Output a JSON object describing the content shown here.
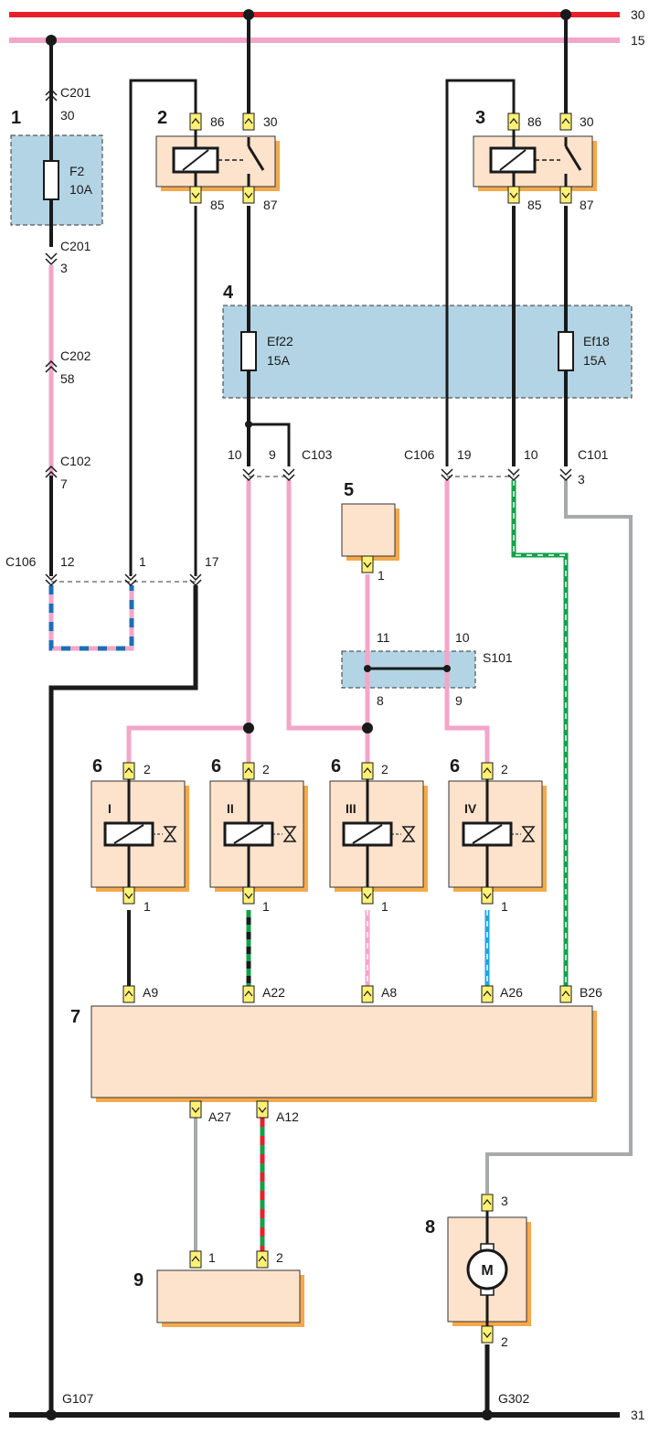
{
  "rails": {
    "top_label": "30",
    "ign_label": "15",
    "gnd_label": "31"
  },
  "components": {
    "c1": "1",
    "c2": "2",
    "c3": "3",
    "c4": "4",
    "c5": "5",
    "c6a": "6",
    "c6b": "6",
    "c6c": "6",
    "c6d": "6",
    "c7": "7",
    "c8": "8",
    "c9": "9"
  },
  "fuses": {
    "f2_name": "F2",
    "f2_rating": "10A",
    "ef22_name": "Ef22",
    "ef22_rating": "15A",
    "ef18_name": "Ef18",
    "ef18_rating": "15A"
  },
  "relay2": {
    "p86": "86",
    "p30": "30",
    "p85": "85",
    "p87": "87"
  },
  "relay3": {
    "p86": "86",
    "p30": "30",
    "p85": "85",
    "p87": "87"
  },
  "connectors": {
    "c201_top": "C201",
    "c201_top_pin": "30",
    "c201_bot": "C201",
    "c201_bot_pin": "3",
    "c202": "C202",
    "c202_pin": "58",
    "c102": "C102",
    "c102_pin": "7",
    "c106_left": "C106",
    "c106_p12": "12",
    "c106_p1": "1",
    "c106_p17": "17",
    "c103": "C103",
    "c103_p10": "10",
    "c103_p9": "9",
    "c106_right": "C106",
    "c106_p19": "19",
    "c106_p10": "10",
    "c101": "C101",
    "c101_p3": "3"
  },
  "splice": {
    "name": "S101",
    "p11": "11",
    "p10": "10",
    "p8": "8",
    "p9": "9"
  },
  "sensor5_pin": "1",
  "injectors": {
    "i1": "I",
    "i2": "II",
    "i3": "III",
    "i4": "IV",
    "i1_p2": "2",
    "i1_p1": "1",
    "i2_p2": "2",
    "i2_p1": "1",
    "i3_p2": "2",
    "i3_p1": "1",
    "i4_p2": "2",
    "i4_p1": "1"
  },
  "ecu_pins": {
    "a9": "A9",
    "a22": "A22",
    "a8": "A8",
    "a26": "A26",
    "b26": "B26",
    "a27": "A27",
    "a12": "A12"
  },
  "dev9": {
    "p1": "1",
    "p2": "2"
  },
  "motor": {
    "label": "M",
    "p3": "3",
    "p2": "2"
  },
  "grounds": {
    "g107": "G107",
    "g302": "G302"
  },
  "colors": {
    "rail30": "#e8202a",
    "rail15": "#f2a6c8",
    "wire_black": "#1a1a1a",
    "wire_pink": "#f2a6c8",
    "wire_gray": "#a7a9ac",
    "wire_green": "#12a14a",
    "wire_blue": "#1a6fb5",
    "wire_lightblue": "#1aa7e0",
    "wire_red": "#e8202a",
    "box_fill": "#fde3cc",
    "box_shadow": "#f5a94a",
    "fusebox_fill": "#b3d4e4",
    "pin_fill": "#fff176"
  }
}
